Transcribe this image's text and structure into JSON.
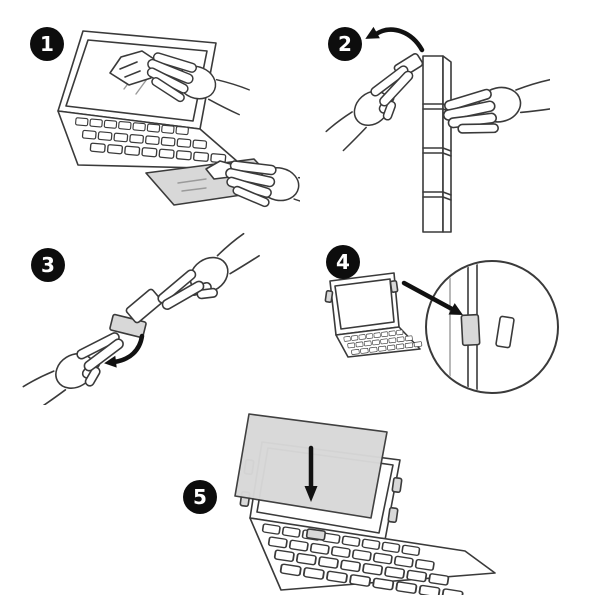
{
  "steps": [
    {
      "number": "1"
    },
    {
      "number": "2"
    },
    {
      "number": "3"
    },
    {
      "number": "4"
    },
    {
      "number": "5"
    }
  ],
  "colors": {
    "background": "#ffffff",
    "badge": "#0d0d0d",
    "badge_text": "#ffffff",
    "line": "#3a3a3a",
    "panel_gray": "#d8d8d8",
    "arrow_black": "#111111"
  }
}
